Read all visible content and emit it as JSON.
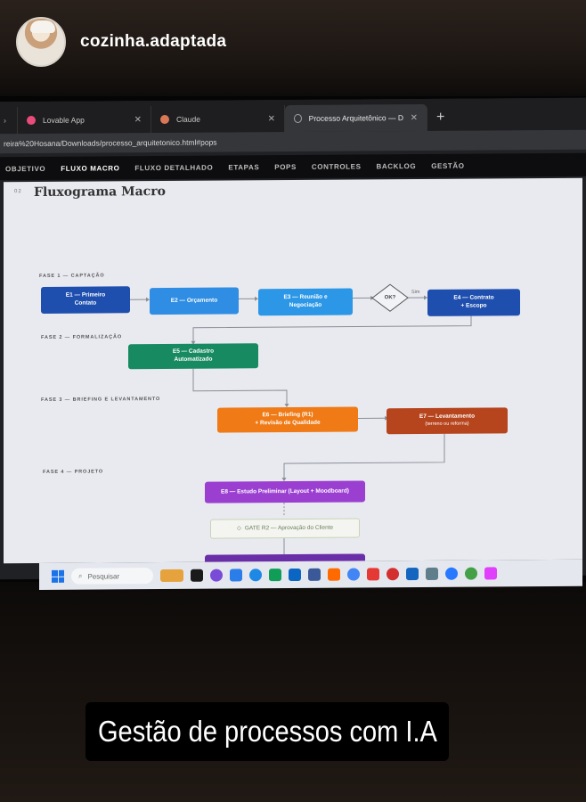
{
  "story": {
    "username": "cozinha.adaptada",
    "caption": "Gestão de processos com I.A"
  },
  "browser": {
    "tabs": [
      {
        "label": "Lovable App",
        "icon_color": "#e94b7a",
        "active": false
      },
      {
        "label": "Claude",
        "icon_color": "#d97757",
        "active": false
      },
      {
        "label": "Processo Arquitetônico — Docum",
        "icon_color": "#9aa0a6",
        "active": true
      }
    ],
    "url": "reira%20Hosana/Downloads/processo_arquitetonico.html#pops"
  },
  "nav": {
    "items": [
      "OBJETIVO",
      "FLUXO MACRO",
      "FLUXO DETALHADO",
      "ETAPAS",
      "POPS",
      "CONTROLES",
      "BACKLOG",
      "GESTÃO"
    ],
    "active": "FLUXO MACRO"
  },
  "page": {
    "section_num": "02",
    "title": "Fluxograma Macro",
    "phases": [
      "FASE 1 — CAPTAÇÃO",
      "FASE 2 — FORMALIZAÇÃO",
      "FASE 3 — BRIEFING E LEVANTAMENTO",
      "FASE 4 — PROJETO"
    ],
    "nodes": {
      "e1": {
        "label": "E1 — Primeiro\nContato",
        "color": "#1f4fae"
      },
      "e2": {
        "label": "E2 — Orçamento",
        "color": "#2f8ee3"
      },
      "e3": {
        "label": "E3 — Reunião e\nNegociação",
        "color": "#2b97e6"
      },
      "ok": {
        "label": "OK?"
      },
      "sim": {
        "label": "Sim"
      },
      "e4": {
        "label": "E4 — Contrato\n+ Escopo",
        "color": "#1f4fae"
      },
      "e5": {
        "label": "E5 — Cadastro\nAutomatizado",
        "color": "#178a61"
      },
      "e6": {
        "label": "E6 — Briefing (R1)\n+ Revisão de Qualidade",
        "color": "#ef7a16"
      },
      "e7": {
        "label": "E7 — Levantamento",
        "sub": "(terreno ou reforma)",
        "color": "#b6441c"
      },
      "e8": {
        "label": "E8 — Estudo Preliminar (Layout + Moodboard)",
        "color": "#9b3fd1"
      },
      "gate": {
        "label": "GATE R2 — Aprovação do Cliente"
      }
    }
  },
  "taskbar": {
    "search_placeholder": "Pesquisar",
    "icons": [
      "#e6a23c",
      "#1a1a1a",
      "#7a4bd6",
      "#2b7de9",
      "#1e88e5",
      "#0f9d58",
      "#0a66c2",
      "#3b5998",
      "#ff6a00",
      "#4285f4",
      "#e53935",
      "#d32f2f",
      "#1565c0",
      "#607d8b",
      "#2979ff",
      "#43a047",
      "#e040fb"
    ]
  }
}
